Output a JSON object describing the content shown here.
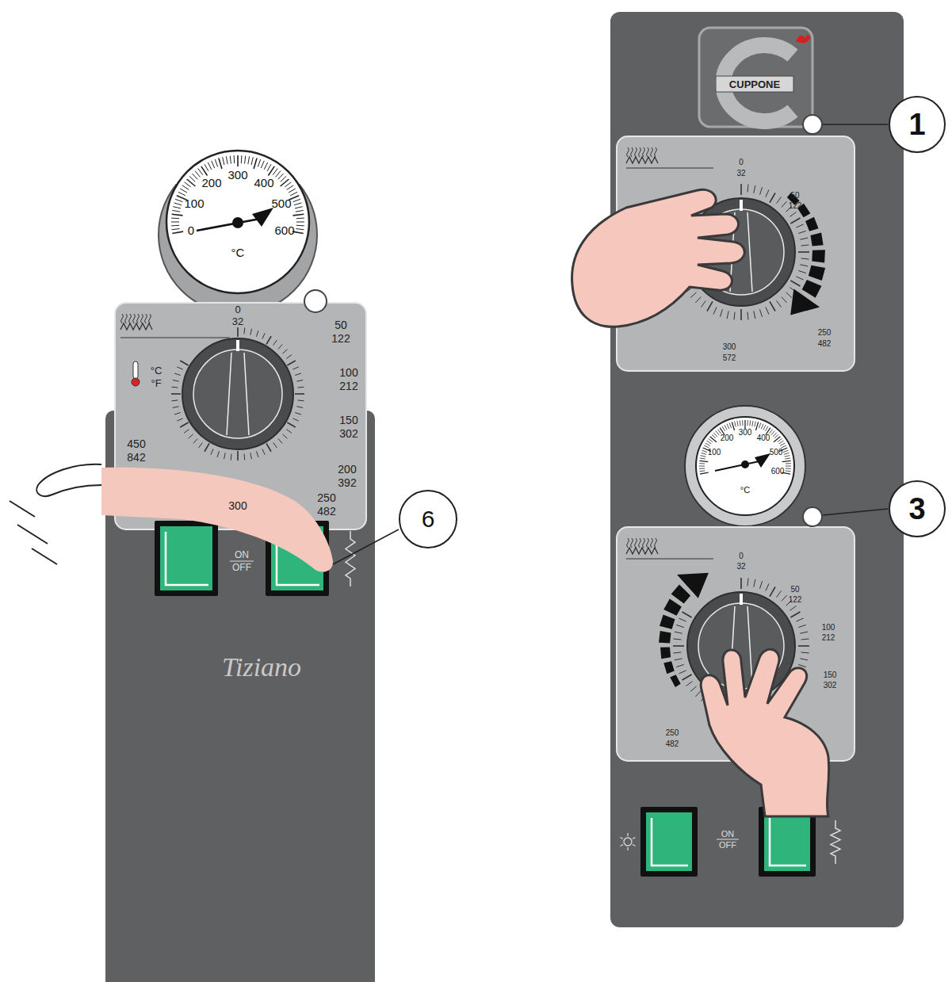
{
  "diagram": {
    "nodes": [
      {
        "text": [
          "6"
        ]
      },
      {
        "text": [
          "1"
        ]
      },
      {
        "text": [
          "3"
        ]
      }
    ],
    "labels": [
      "0",
      "100",
      "200",
      "300",
      "400",
      "500",
      "600",
      "°C",
      "0",
      "32",
      "50",
      "122",
      "100",
      "212",
      "150",
      "302",
      "200",
      "392",
      "250",
      "482",
      "300",
      "450",
      "842",
      "°C",
      "°F",
      "ON",
      "OFF",
      "Tiziano",
      "CUPPONE",
      "0",
      "32",
      "50",
      "122",
      "250",
      "482",
      "300",
      "572",
      "100",
      "200",
      "300",
      "400",
      "500",
      "600",
      "°C",
      "0",
      "32",
      "50",
      "122",
      "100",
      "212",
      "150",
      "302",
      "250",
      "482",
      "ON",
      "OFF"
    ]
  }
}
